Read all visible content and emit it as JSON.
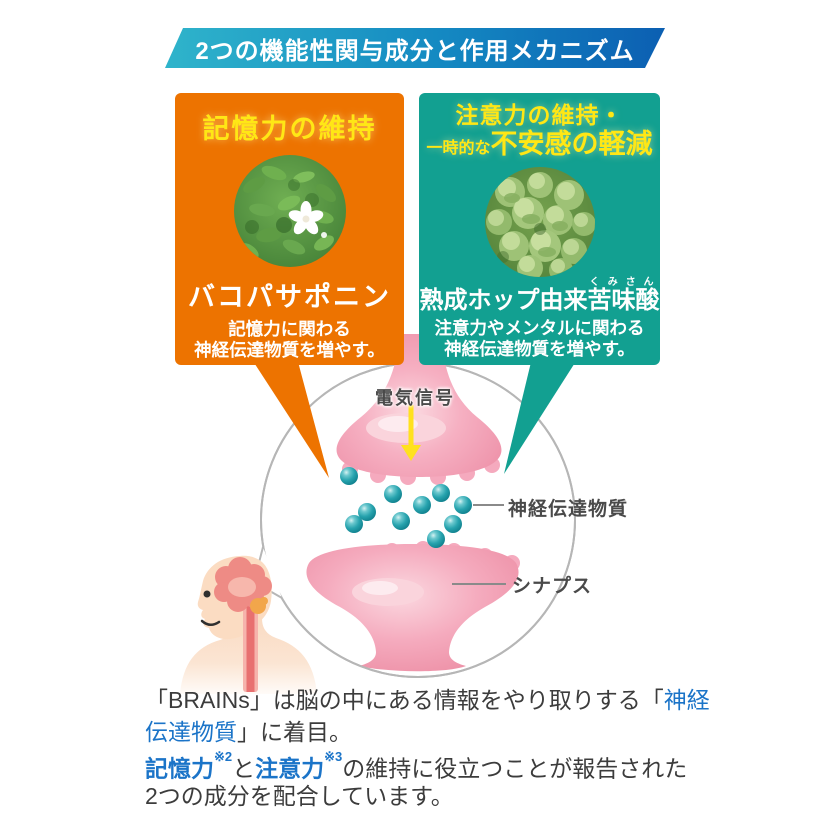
{
  "banner": {
    "title": "2つの機能性関与成分と作用メカニズム"
  },
  "memory_card": {
    "title": "記憶力の維持",
    "ingredient": "バコパサポニン",
    "desc_line1": "記憶力に関わる",
    "desc_line2": "神経伝達物質を増やす。"
  },
  "attention_card": {
    "title_line1": "注意力の維持・",
    "title_line2_small": "一時的な",
    "title_line2_large": "不安感の軽減",
    "ingredient_prefix": "熟成ホップ由来",
    "ingredient_base": "苦味酸",
    "ingredient_ruby": "くみさん",
    "desc_line1": "注意力やメンタルに関わる",
    "desc_line2": "神経伝達物質を増やす。"
  },
  "diagram": {
    "electric_signal_label": "電気信号",
    "neurotransmitter_label": "神経伝達物質",
    "synapse_label": "シナプス"
  },
  "footer": {
    "line1_pre": "「BRAINs」は脳の中にある情報をやり取りする「",
    "line1_blue": "神経",
    "line2_blue": "伝達物質",
    "line2_post": "」に着目。",
    "line3_term1": "記憶力",
    "line3_ref1": "※2",
    "line3_mid": "と",
    "line3_term2": "注意力",
    "line3_ref2": "※3",
    "line3_post": "の維持に役立つことが報告された",
    "line4": "2つの成分を配合しています。"
  },
  "colors": {
    "banner_gradient_left": "#2FB4CB",
    "banner_gradient_right": "#0C5FB2",
    "memory_card_bg": "#ED7300",
    "attention_card_bg": "#12A091",
    "card_title_yellow": "#FFE715",
    "footer_accent_blue": "#1B74C8",
    "synapse_pink": "#F0A0B4",
    "neurotransmitter_teal": "#27A3AE",
    "signal_arrow_yellow": "#FFE11E"
  }
}
